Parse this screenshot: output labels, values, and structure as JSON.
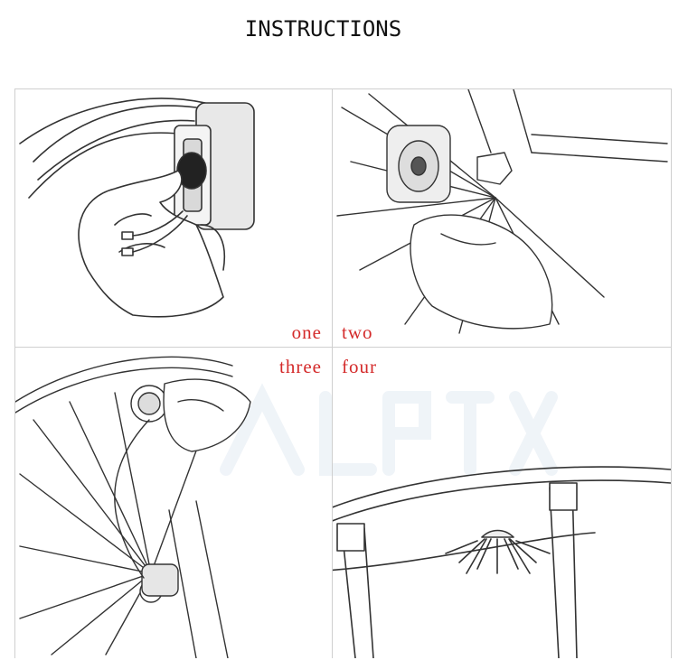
{
  "title": "INSTRUCTIONS",
  "steps": [
    {
      "label": "one",
      "illustration": "hand-holding-light-module"
    },
    {
      "label": "two",
      "illustration": "module-clamped-to-hub"
    },
    {
      "label": "three",
      "illustration": "wheel-spoke-install"
    },
    {
      "label": "four",
      "illustration": "wheel-rim-light-effect"
    }
  ],
  "colors": {
    "label": "#d42a2a",
    "grid": "#cfcfcf",
    "title": "#111111",
    "line": "#333333"
  }
}
